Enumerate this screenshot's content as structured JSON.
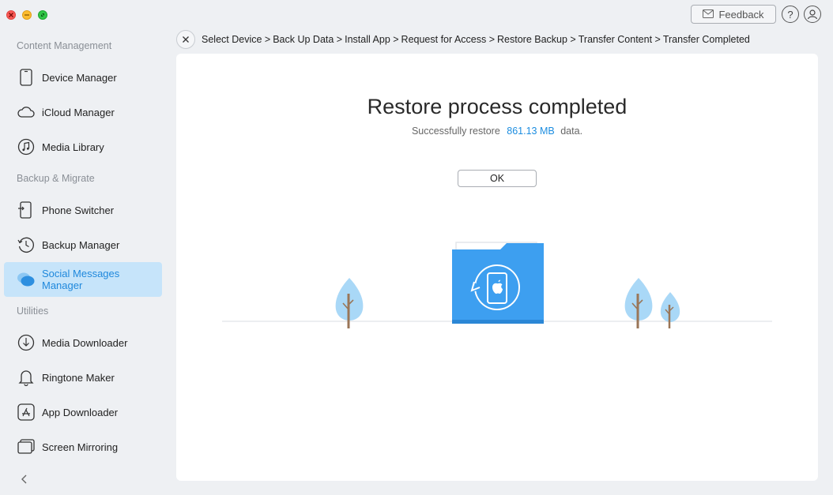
{
  "window": {
    "controls": [
      "close",
      "minimize",
      "zoom"
    ],
    "feedback_label": "Feedback",
    "help_icon": "question-icon",
    "account_icon": "user-icon"
  },
  "sidebar": {
    "sections": [
      {
        "title": "Content Management",
        "items": [
          {
            "label": "Device Manager",
            "icon": "phone-icon"
          },
          {
            "label": "iCloud Manager",
            "icon": "cloud-icon"
          },
          {
            "label": "Media Library",
            "icon": "music-icon"
          }
        ]
      },
      {
        "title": "Backup & Migrate",
        "items": [
          {
            "label": "Phone Switcher",
            "icon": "phone-switch-icon"
          },
          {
            "label": "Backup Manager",
            "icon": "clock-history-icon"
          },
          {
            "label": "Social Messages Manager",
            "icon": "chat-bubbles-icon",
            "active": true
          }
        ]
      },
      {
        "title": "Utilities",
        "items": [
          {
            "label": "Media Downloader",
            "icon": "download-icon"
          },
          {
            "label": "Ringtone Maker",
            "icon": "bell-icon"
          },
          {
            "label": "App Downloader",
            "icon": "app-store-icon"
          },
          {
            "label": "Screen Mirroring",
            "icon": "screens-icon"
          }
        ]
      }
    ],
    "collapse_icon": "chevron-left-icon"
  },
  "breadcrumb": {
    "close_icon": "close-icon",
    "steps": [
      "Select Device >",
      "Back Up Data >",
      "Install App >",
      "Request for Access >",
      "Restore Backup >",
      "Transfer Content >",
      "Transfer Completed"
    ]
  },
  "main": {
    "title": "Restore process completed",
    "subtitle_prefix": "Successfully restore",
    "data_size": "861.13 MB",
    "subtitle_suffix": "data.",
    "ok_label": "OK",
    "illustration_icon": "folder-restore-icon"
  },
  "colors": {
    "accent": "#1c8de0",
    "active_bg": "#c6e4fa",
    "folder": "#3d9ff0",
    "tree": "#a9d8f7"
  }
}
